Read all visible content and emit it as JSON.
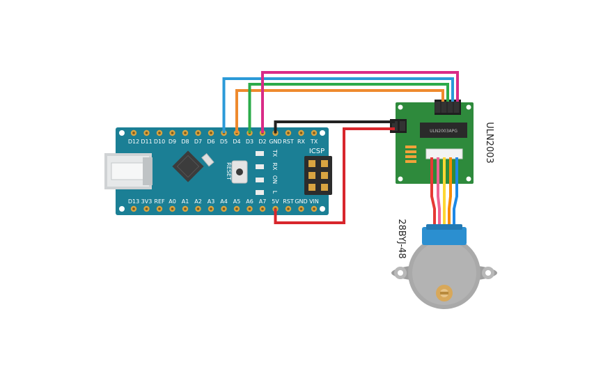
{
  "arduino": {
    "top_pins": [
      "D12",
      "D11",
      "D10",
      "D9",
      "D8",
      "D7",
      "D6",
      "D5",
      "D4",
      "D3",
      "D2",
      "GND",
      "RST",
      "RX",
      "TX"
    ],
    "bottom_pins": [
      "D13",
      "3V3",
      "REF",
      "A0",
      "A1",
      "A2",
      "A3",
      "A4",
      "A5",
      "A6",
      "A7",
      "5V",
      "RST",
      "GND",
      "VIN"
    ],
    "icsp_label": "ICSP",
    "reset_label": "RESET",
    "leds": [
      "TX",
      "RX",
      "ON",
      "L"
    ],
    "board_color": "#1b7f95"
  },
  "driver": {
    "label": "ULN2003",
    "chip_text": "ULN2003APG",
    "board_color": "#2e8a3c"
  },
  "motor": {
    "label": "28BYJ-48",
    "wire_colors": [
      "#e53935",
      "#f06292",
      "#fdd835",
      "#fb8c00",
      "#1e88e5"
    ]
  },
  "wires": {
    "colors": {
      "D5": "#2b9ad8",
      "D4": "#ee8a2e",
      "D3": "#2bab4a",
      "D2": "#d92b87",
      "GND": "#222222",
      "5V": "#d8262c"
    }
  }
}
